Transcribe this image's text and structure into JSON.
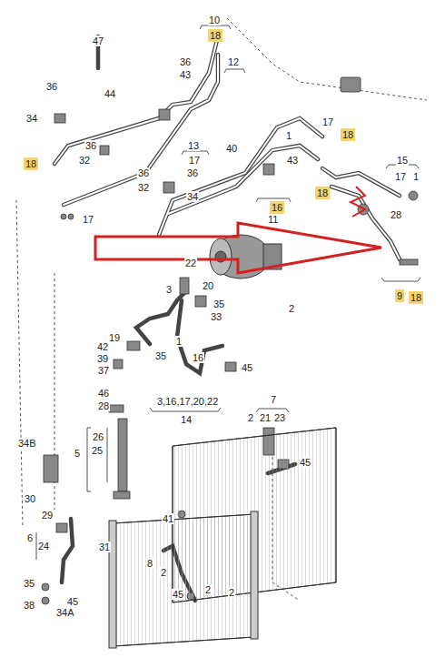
{
  "diagram": {
    "labels": [
      "47",
      "10",
      "18",
      "36",
      "43",
      "44",
      "36",
      "34",
      "12",
      "1",
      "17",
      "18",
      "40",
      "36",
      "32",
      "13",
      "17",
      "43",
      "36",
      "34",
      "18",
      "36",
      "32",
      "17",
      "18",
      "16",
      "11",
      "15",
      "17",
      "1",
      "28",
      "18",
      "9",
      "22",
      "20",
      "3",
      "35",
      "33",
      "2",
      "19",
      "42",
      "39",
      "37",
      "1",
      "35",
      "16",
      "45",
      "46",
      "28",
      "26",
      "25",
      "5",
      "3,16,17,20,22",
      "14",
      "7",
      "2",
      "21",
      "23",
      "45",
      "34B",
      "30",
      "29",
      "6",
      "24",
      "41",
      "31",
      "8",
      "2",
      "35",
      "38",
      "45",
      "34A",
      "45",
      "2",
      "2"
    ]
  }
}
